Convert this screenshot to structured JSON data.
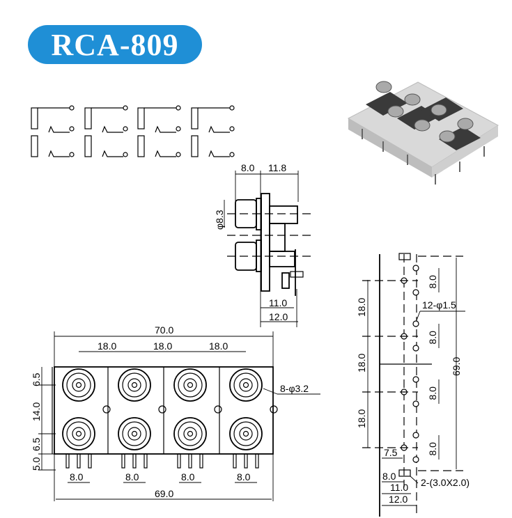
{
  "title": "RCA-809",
  "brand_color": "#1f8fd6",
  "side_view": {
    "d1": "8.0",
    "d2": "11.8",
    "diameter": "φ8.3",
    "d3": "11.0",
    "d4": "12.0"
  },
  "front_view": {
    "width": "70.0",
    "pitch": [
      "18.0",
      "18.0",
      "18.0"
    ],
    "left_dims": [
      "6.5",
      "14.0",
      "6.5",
      "5.0"
    ],
    "pin_spacing": [
      "8.0",
      "8.0",
      "8.0",
      "8.0"
    ],
    "bottom_width": "69.0",
    "hole_note": "8-φ3.2"
  },
  "bottom_view": {
    "pitch": [
      "18.0",
      "18.0",
      "18.0"
    ],
    "pin_dims": [
      "8.0",
      "8.0",
      "8.0",
      "8.0"
    ],
    "length": "69.0",
    "hole_note": "12-φ1.5",
    "slot_note": "2-(3.0X2.0)",
    "d75": "7.5",
    "d80": "8.0",
    "d110": "11.0",
    "d120": "12.0"
  }
}
